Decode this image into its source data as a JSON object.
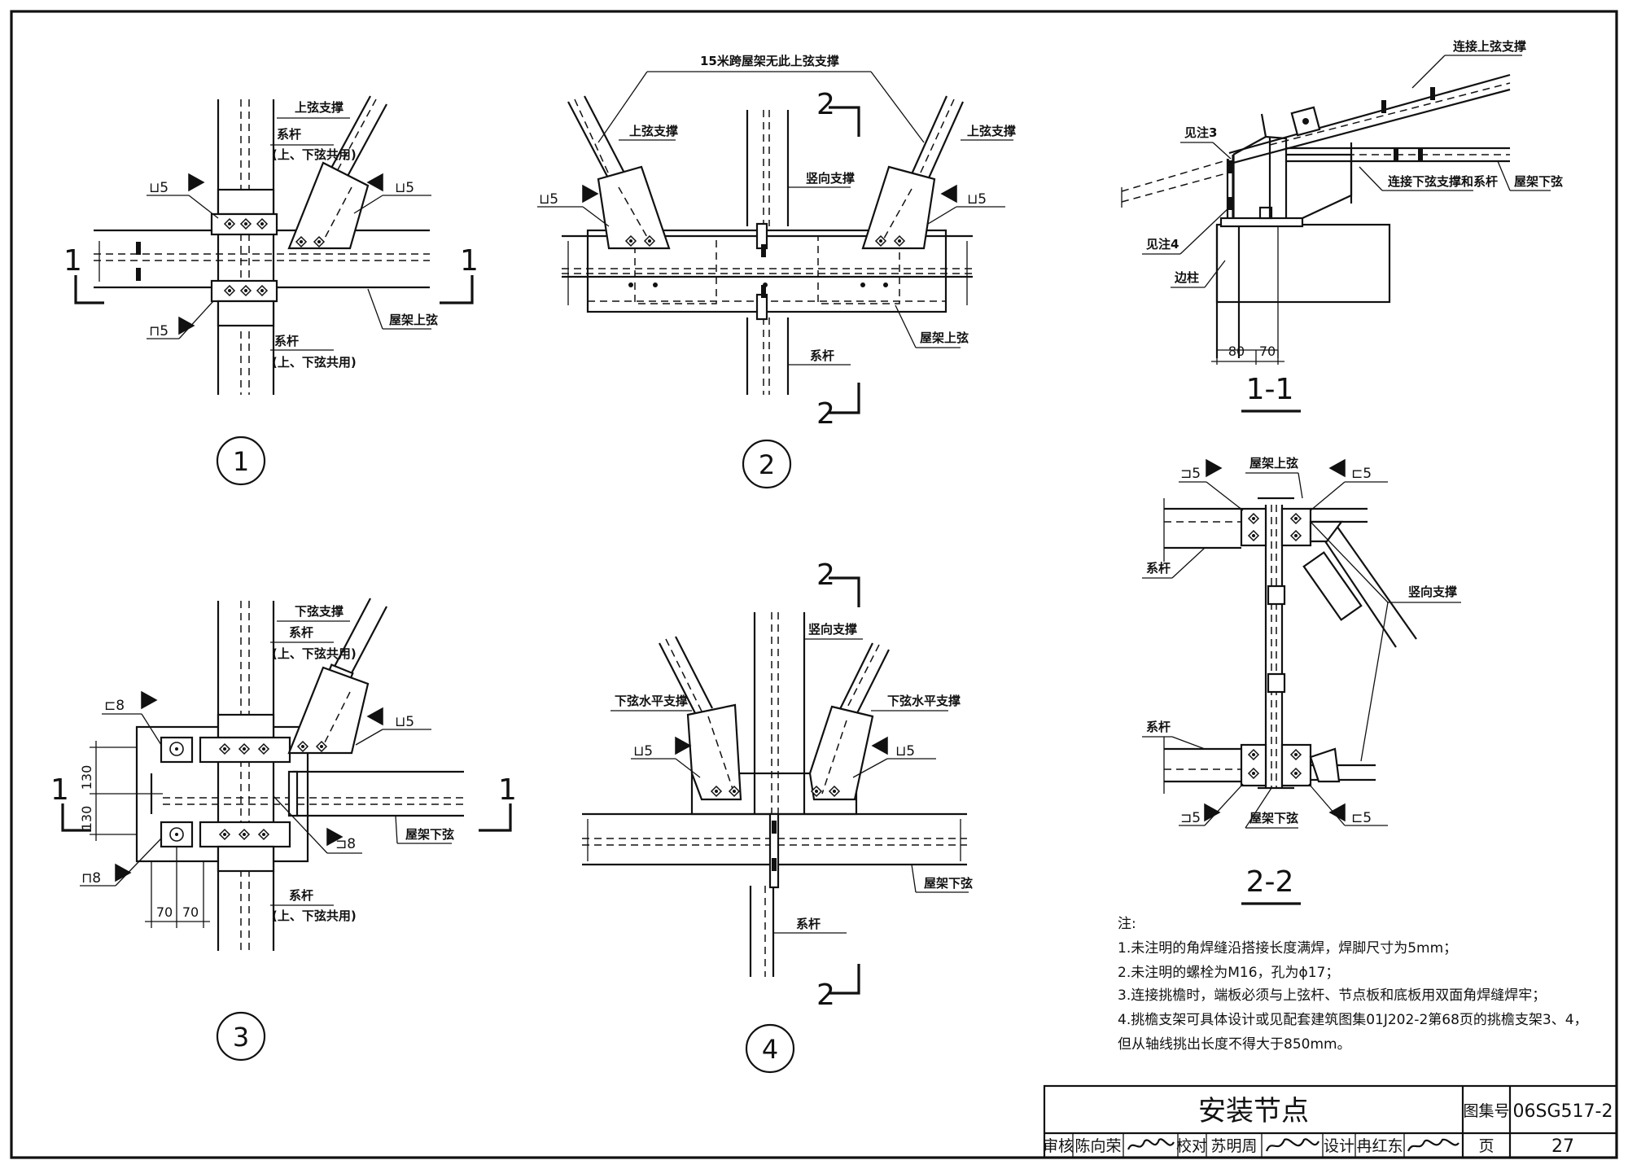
{
  "detail1": {
    "label_top_brace": "上弦支撑",
    "label_tie_top": "系杆",
    "label_tie_top_sub": "(上、下弦共用)",
    "label_chord": "屋架上弦",
    "label_tie_bottom": "系杆",
    "label_tie_bottom_sub": "(上、下弦共用)",
    "weld_tl": "⊔5",
    "weld_tr": "⊔5",
    "weld_bl": "⊓5",
    "section_left": "1",
    "section_right": "1",
    "number": "1"
  },
  "detail2": {
    "label_note_top": "15米跨屋架无此上弦支撑",
    "label_brace_left": "上弦支撑",
    "label_brace_right": "上弦支撑",
    "label_vertical": "竖向支撑",
    "label_chord": "屋架上弦",
    "label_tie": "系杆",
    "weld_l": "⊔5",
    "weld_r": "⊔5",
    "section_top": "2",
    "section_bottom": "2",
    "number": "2"
  },
  "detail3": {
    "label_bottom_brace": "下弦支撑",
    "label_tie_top": "系杆",
    "label_tie_top_sub": "(上、下弦共用)",
    "label_chord": "屋架下弦",
    "label_tie_bottom": "系杆",
    "label_tie_bottom_sub": "(上、下弦共用)",
    "weld_l8": "⊏8",
    "weld_r5": "⊔5",
    "weld_c8": "⊐8",
    "weld_bl8": "⊓8",
    "dim_130a": "130",
    "dim_130b": "130",
    "dim_70a": "70",
    "dim_70b": "70",
    "section_left": "1",
    "section_right": "1",
    "number": "3"
  },
  "detail4": {
    "label_vertical": "竖向支撑",
    "label_horiz_left": "下弦水平支撑",
    "label_horiz_right": "下弦水平支撑",
    "label_chord": "屋架下弦",
    "label_tie": "系杆",
    "weld_l": "⊔5",
    "weld_r": "⊔5",
    "section_top": "2",
    "section_bottom": "2",
    "number": "4"
  },
  "section11": {
    "label_connect_top": "连接上弦支撑",
    "label_note3": "见注3",
    "label_note4": "见注4",
    "label_connect_bottom": "连接下弦支撑和系杆",
    "label_bottom_chord": "屋架下弦",
    "label_column": "边柱",
    "dim_80": "80",
    "dim_70": "70",
    "title": "1-1"
  },
  "section22": {
    "label_top_chord": "屋架上弦",
    "label_tie_top": "系杆",
    "label_vertical": "竖向支撑",
    "label_tie_bottom": "系杆",
    "label_bottom_chord": "屋架下弦",
    "weld_tl": "⊐5",
    "weld_tr": "⊏5",
    "weld_bl": "⊐5",
    "weld_br": "⊏5",
    "title": "2-2"
  },
  "notes": {
    "heading": "注:",
    "n1": "1.未注明的角焊缝沿搭接长度满焊，焊脚尺寸为5mm；",
    "n2": "2.未注明的螺栓为M16，孔为ϕ17；",
    "n3": "3.连接挑檐时，端板必须与上弦杆、节点板和底板用双面角焊缝焊牢；",
    "n4": "4.挑檐支架可具体设计或见配套建筑图集01J202-2第68页的挑檐支架3、4，",
    "n5": "但从轴线挑出长度不得大于850mm。"
  },
  "title_block": {
    "title": "安装节点",
    "atlas_label": "图集号",
    "atlas_no": "06SG517-2",
    "review_label": "审核",
    "reviewer": "陈向荣",
    "check_label": "校对",
    "checker": "苏明周",
    "design_label": "设计",
    "designer": "冉红东",
    "page_label": "页",
    "page_no": "27"
  }
}
